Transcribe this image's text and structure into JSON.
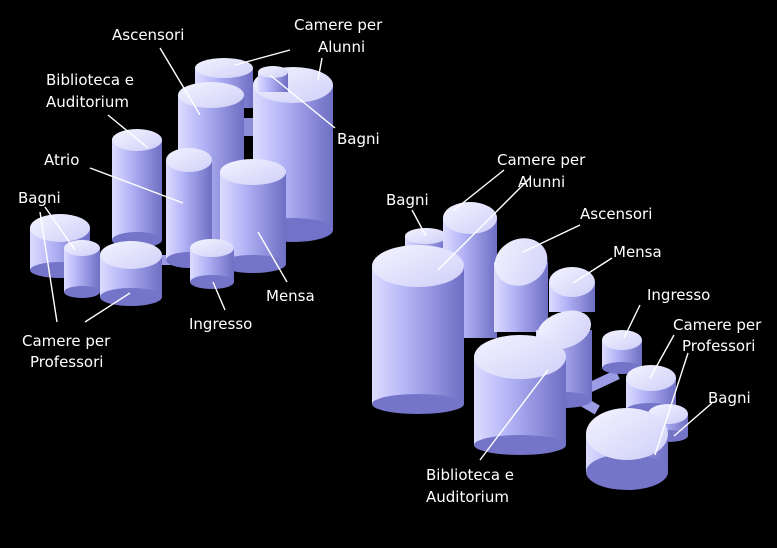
{
  "colors": {
    "background": "#000000",
    "cylinder_light": "#e6e6ff",
    "cylinder_mid": "#a9a9f4",
    "cylinder_dark": "#7676cc",
    "label": "#ffffff"
  },
  "left": {
    "ascensori": "Ascensori",
    "camere_alunni_1": "Camere per",
    "camere_alunni_2": "Alunni",
    "biblioteca_1": "Biblioteca e",
    "biblioteca_2": "Auditorium",
    "bagni_top": "Bagni",
    "atrio": "Atrio",
    "bagni_left": "Bagni",
    "mensa": "Mensa",
    "ingresso": "Ingresso",
    "camere_prof_1": "Camere per",
    "camere_prof_2": "Professori"
  },
  "right": {
    "camere_alunni_1": "Camere per",
    "camere_alunni_2": "Alunni",
    "bagni_top": "Bagni",
    "ascensori": "Ascensori",
    "mensa": "Mensa",
    "ingresso": "Ingresso",
    "camere_prof_1": "Camere per",
    "camere_prof_2": "Professori",
    "bagni_right": "Bagni",
    "biblioteca_1": "Biblioteca e",
    "biblioteca_2": "Auditorium"
  }
}
